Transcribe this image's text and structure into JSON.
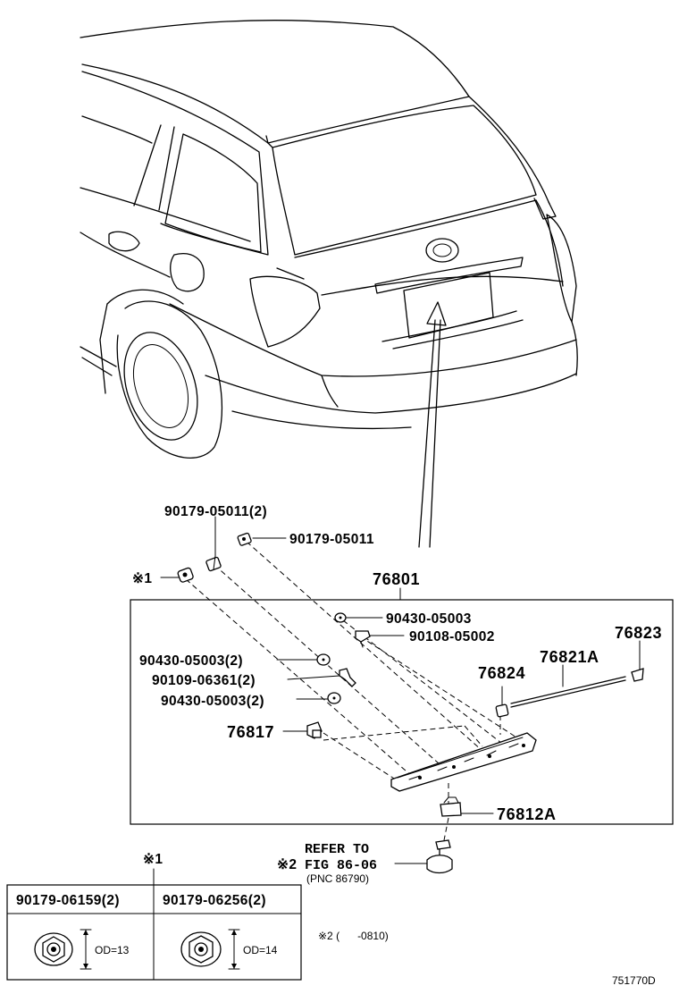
{
  "diagram": {
    "code": "751770D",
    "parts": {
      "bolt_a": "90179-05011(2)",
      "bolt_b": "90179-05011",
      "assembly": "76801",
      "washer_top": "90430-05003",
      "screw_top": "90108-05002",
      "washer_mid": "90430-05003(2)",
      "screw_mid": "90109-06361(2)",
      "washer_low": "90430-05003(2)",
      "part_76817": "76817",
      "part_76823": "76823",
      "part_76821a": "76821A",
      "part_76824": "76824",
      "part_76812a": "76812A"
    },
    "note1_marker": "※1",
    "note2_marker": "※2",
    "refer": {
      "line1": "REFER TO",
      "line2": "FIG 86-06",
      "line3": "(PNC 86790)"
    },
    "footnote": {
      "marker": "※1",
      "table_headers": [
        "90179-06159(2)",
        "90179-06256(2)"
      ],
      "od_values": [
        "OD=13",
        "OD=14"
      ]
    },
    "note2_text": "※2 (      -0810)"
  }
}
